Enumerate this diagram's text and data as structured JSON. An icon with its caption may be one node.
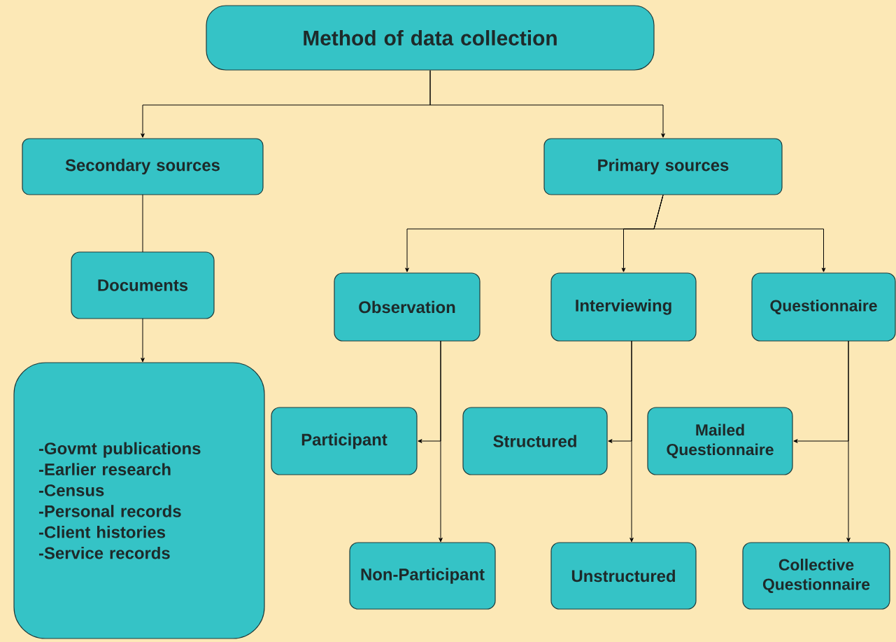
{
  "diagram": {
    "nodes": [
      {
        "text": [
          "Method of data collection"
        ]
      },
      {
        "text": [
          "Secondary sources"
        ]
      },
      {
        "text": [
          "Primary sources"
        ]
      },
      {
        "text": [
          "Documents"
        ]
      },
      {
        "text": [
          "-Govmt publications",
          "-Earlier research",
          "-Census",
          "-Personal records",
          "-Client histories",
          "-Service records"
        ]
      },
      {
        "text": [
          "Observation"
        ]
      },
      {
        "text": [
          "Interviewing"
        ]
      },
      {
        "text": [
          "Questionnaire"
        ]
      },
      {
        "text": [
          "Participant"
        ]
      },
      {
        "text": [
          "Structured"
        ]
      },
      {
        "text": [
          "Mailed Questionnaire"
        ]
      },
      {
        "text": [
          "Non-Participant"
        ]
      },
      {
        "text": [
          "Unstructured"
        ]
      },
      {
        "text": [
          "Collective Questionnaire"
        ]
      }
    ],
    "edges": [
      {
        "from": 0,
        "to": 1,
        "arrow": "to"
      },
      {
        "from": 0,
        "to": 2,
        "arrow": "to"
      },
      {
        "from": 1,
        "to": 3,
        "arrow": "none"
      },
      {
        "from": 3,
        "to": 4,
        "arrow": "to"
      },
      {
        "from": 2,
        "to": 5,
        "arrow": "to"
      },
      {
        "from": 2,
        "to": 6,
        "arrow": "to"
      },
      {
        "from": 2,
        "to": 7,
        "arrow": "to"
      },
      {
        "from": 5,
        "to": 8,
        "arrow": "to"
      },
      {
        "from": 5,
        "to": 11,
        "arrow": "to"
      },
      {
        "from": 6,
        "to": 9,
        "arrow": "to"
      },
      {
        "from": 6,
        "to": 12,
        "arrow": "to"
      },
      {
        "from": 7,
        "to": 10,
        "arrow": "to"
      },
      {
        "from": 7,
        "to": 13,
        "arrow": "to"
      }
    ]
  }
}
